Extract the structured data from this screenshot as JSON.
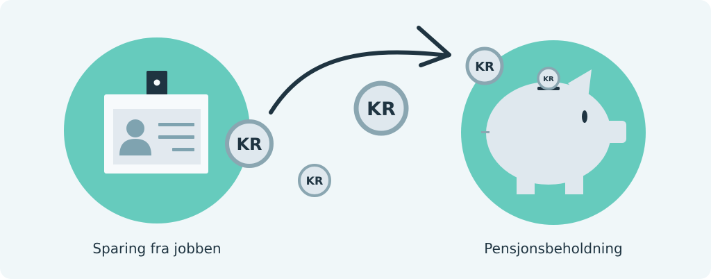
{
  "currency_label": "KR",
  "captions": {
    "left": "Sparing fra jobben",
    "right": "Pensjonsbeholdning"
  },
  "icons": {
    "left": "id-badge-icon",
    "right": "piggy-bank-icon",
    "arrow": "curved-arrow-icon",
    "coin": "kr-coin-icon"
  },
  "colors": {
    "background": "#f0f7f9",
    "circle": "#66cbbd",
    "coin_fill": "#dfe8ee",
    "coin_ring": "#8aa6b1",
    "dark": "#1f3441",
    "badge_card": "#f7fafc",
    "badge_panel": "#e2e9ef",
    "badge_accent": "#7fa3b0",
    "piggy": "#dfe8ee"
  }
}
